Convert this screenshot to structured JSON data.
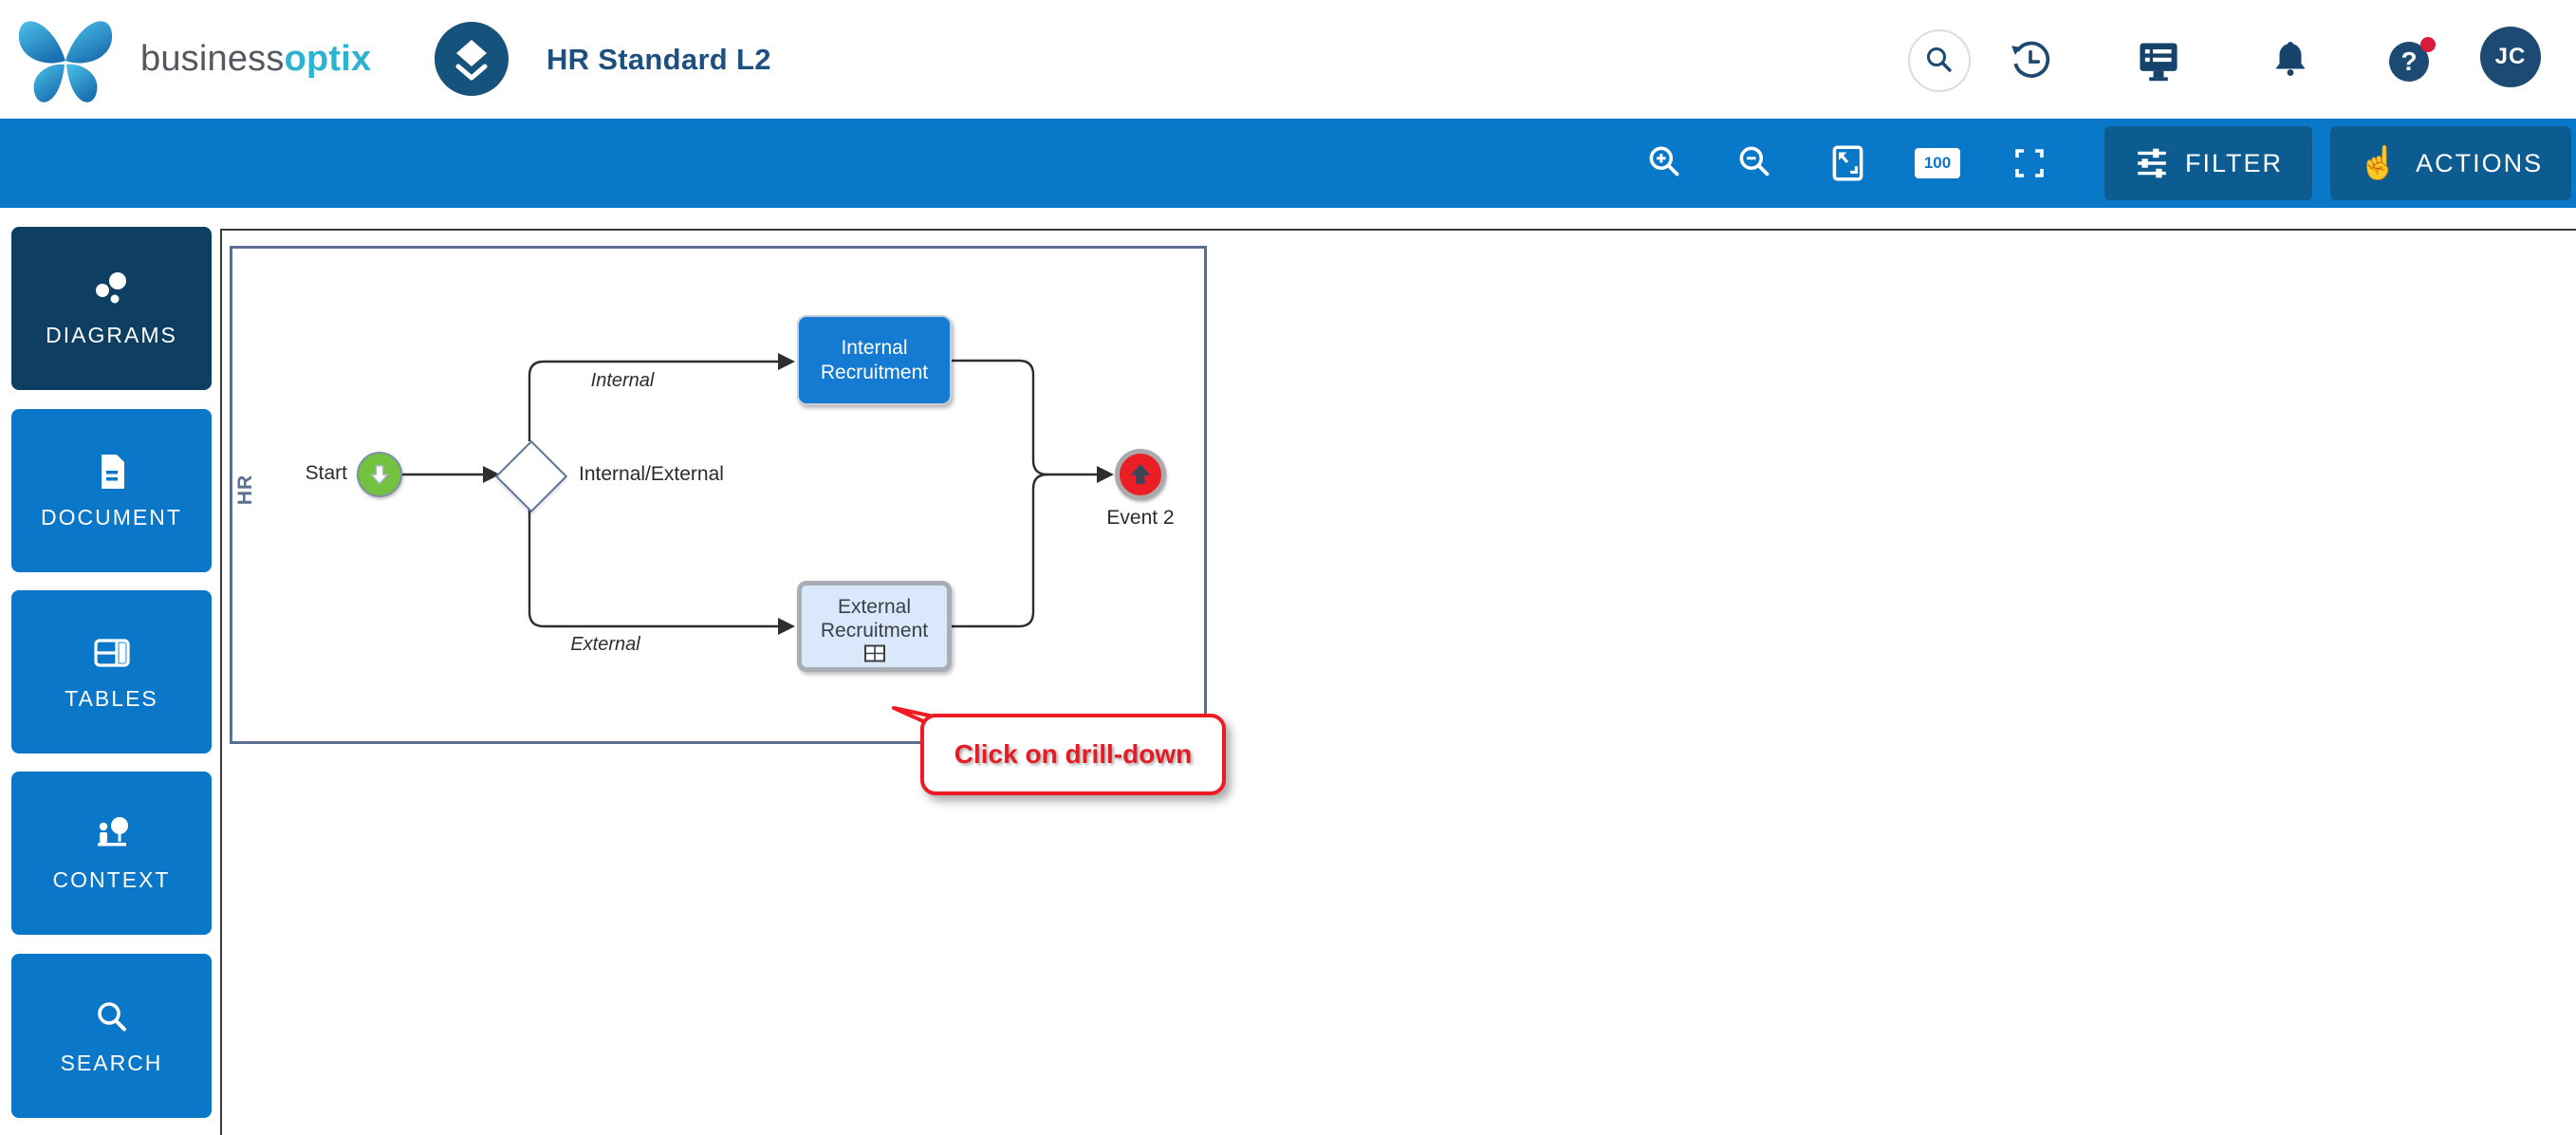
{
  "app": {
    "brand_prefix": "business",
    "brand_suffix": "optix"
  },
  "header": {
    "title": "HR Standard L2",
    "doc_switcher_icon": "layers-icon",
    "help_glyph": "?",
    "avatar_initials": "JC",
    "icons": [
      "search-icon",
      "history-icon",
      "display-list-icon",
      "bell-icon",
      "help-icon"
    ]
  },
  "toolbar": {
    "icons": [
      "zoom-in-icon",
      "zoom-out-icon",
      "fit-screen-icon",
      "zoom-100-icon",
      "fullscreen-icon"
    ],
    "zoom_100_label": "100",
    "filter_label": "FILTER",
    "actions_label": "ACTIONS",
    "actions_icon": "hand-pointer-icon",
    "filter_icon": "sliders-icon"
  },
  "sidebar": {
    "items": [
      {
        "label": "DIAGRAMS",
        "icon": "diagrams-icon",
        "active": true
      },
      {
        "label": "DOCUMENT",
        "icon": "document-icon",
        "active": false
      },
      {
        "label": "TABLES",
        "icon": "tables-icon",
        "active": false
      },
      {
        "label": "CONTEXT",
        "icon": "context-icon",
        "active": false
      },
      {
        "label": "SEARCH",
        "icon": "search-icon",
        "active": false
      }
    ]
  },
  "diagram": {
    "lane_label": "HR",
    "start_label": "Start",
    "gateway_label": "Internal/External",
    "internal_task_label": "Internal Recruitment",
    "external_task_label": "External Recruitment",
    "end_event_label": "Event 2",
    "internal_edge_label": "Internal",
    "external_edge_label": "External",
    "callout_text": "Click on drill-down",
    "drilldown_marker": "drill-down-icon"
  },
  "colors": {
    "toolbar_blue": "#0a78c8",
    "tile_blue": "#0b77c8",
    "tile_active_navy": "#0e3f63",
    "button_dark_blue": "#0c5b91",
    "brand_navy": "#15527c",
    "title_navy": "#1d5080",
    "brand_teal": "#2bb3d0",
    "lane_border": "#5c6f90",
    "task_blue": "#147ad2",
    "task_light_blue": "#d9e9fb",
    "start_green": "#72c13f",
    "event_red": "#ec1e25",
    "event_ring_gray": "#a8aaad",
    "callout_red": "#ef1a23",
    "connector_black": "#2e2e2e"
  }
}
